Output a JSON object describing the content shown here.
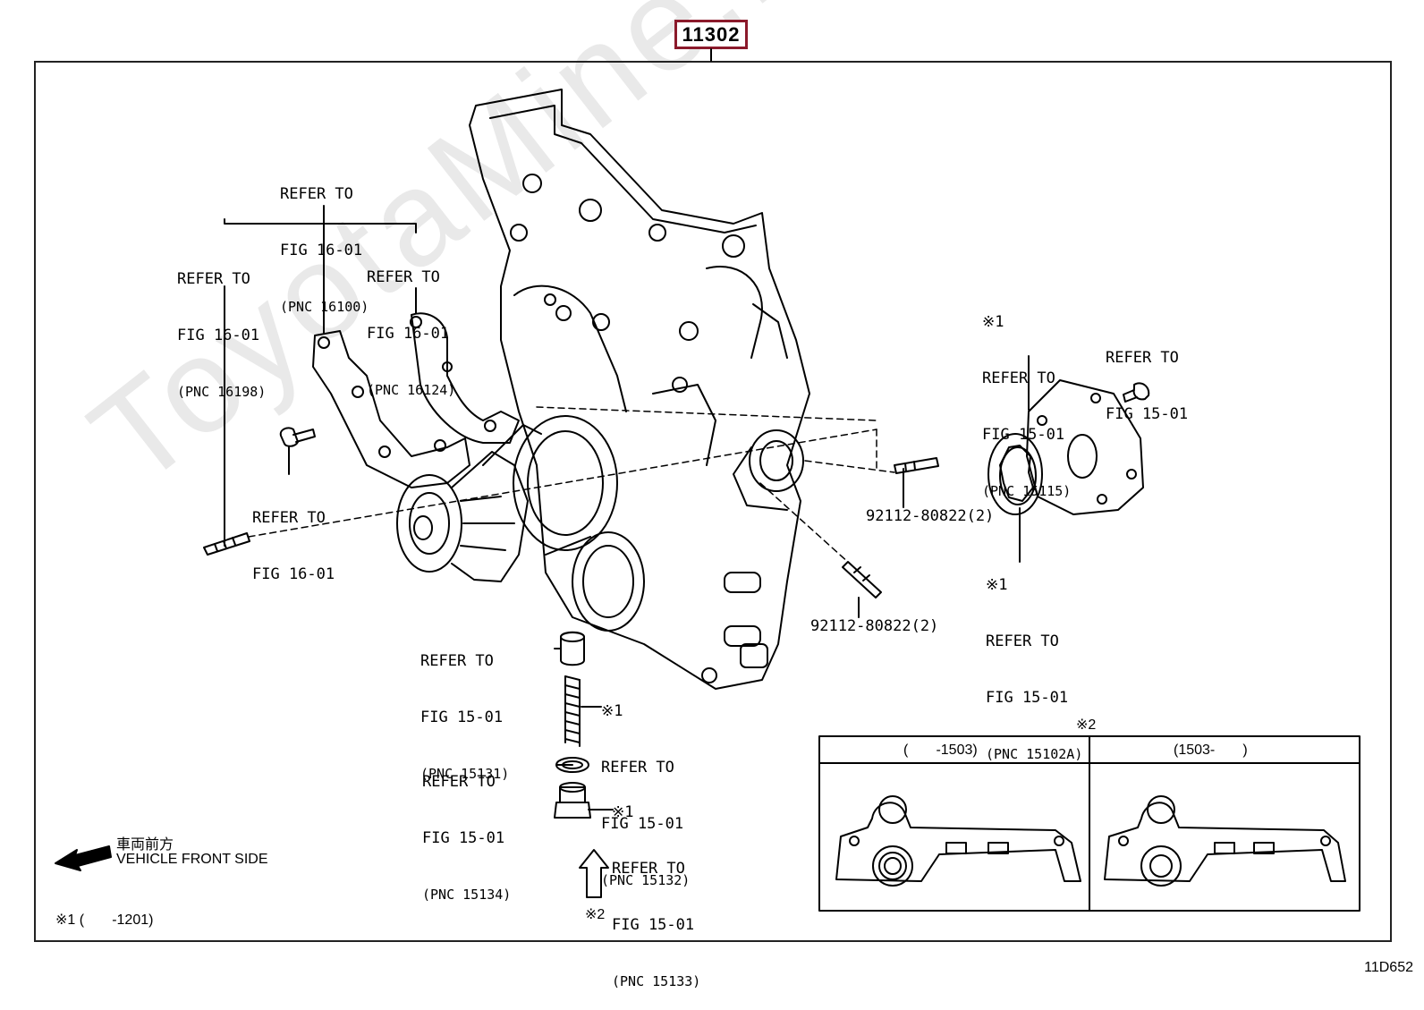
{
  "header": {
    "part_group": "11302"
  },
  "figure_code": "11D652",
  "watermark": "ToyotaMine.ru",
  "callouts": {
    "gasket_main": {
      "line1": "REFER TO",
      "line2": "FIG 16-01",
      "pnc": "(PNC 16100)"
    },
    "gasket_left": {
      "line1": "REFER TO",
      "line2": "FIG 16-01",
      "pnc": "(PNC 16198)"
    },
    "gasket_right": {
      "line1": "REFER TO",
      "line2": "FIG 16-01",
      "pnc": "(PNC 16124)"
    },
    "bolt_pump": {
      "line1": "REFER TO",
      "line2": "FIG 16-01"
    },
    "pump_cover": {
      "mark": "※1",
      "line1": "REFER TO",
      "line2": "FIG 15-01",
      "pnc": "(PNC 15115)"
    },
    "pump_bolt": {
      "line1": "REFER TO",
      "line2": "FIG 15-01"
    },
    "pump_rotor": {
      "mark": "※1",
      "line1": "REFER TO",
      "line2": "FIG 15-01",
      "pnc": "(PNC 15102A)"
    },
    "relief_valve": {
      "line1": "REFER TO",
      "line2": "FIG 15-01",
      "pnc": "(PNC 15131)"
    },
    "relief_spring": {
      "mark": "※1",
      "line1": "REFER TO",
      "line2": "FIG 15-01",
      "pnc": "(PNC 15132)"
    },
    "gasket_washer": {
      "line1": "REFER TO",
      "line2": "FIG 15-01",
      "pnc": "(PNC 15134)"
    },
    "plug": {
      "mark": "※1",
      "line1": "REFER TO",
      "line2": "FIG 15-01",
      "pnc": "(PNC 15133)"
    }
  },
  "part_numbers": {
    "stud_right": "92112-80822(2)",
    "stud_lower": "92112-80822(2)"
  },
  "direction": {
    "jp": "車両前方",
    "en": "VEHICLE FRONT SIDE"
  },
  "arrow_mark": "※2",
  "footnote": "※1 (       -1201)",
  "inset": {
    "mark": "※2",
    "left_label": "(       -1503)",
    "right_label": "(1503-       )"
  }
}
